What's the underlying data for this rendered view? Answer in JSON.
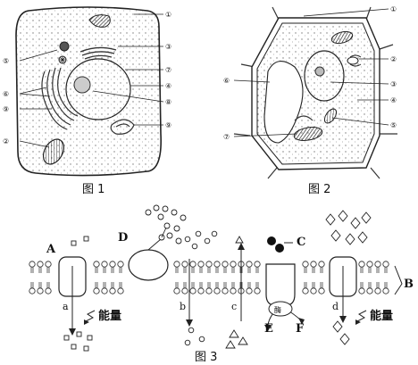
{
  "fig1": {
    "caption": "图 1",
    "labels": [
      "①",
      "③",
      "⑦",
      "④",
      "⑧",
      "⑨",
      "⑤",
      "⑥",
      "⑨",
      "②"
    ]
  },
  "fig2": {
    "caption": "图 2",
    "labels": [
      "①",
      "②",
      "③",
      "④",
      "⑤",
      "⑥",
      "⑦"
    ]
  },
  "fig3": {
    "caption": "图 3",
    "letters": {
      "A": "A",
      "B": "B",
      "C": "C",
      "D": "D",
      "E": "E",
      "F": "F",
      "a": "a",
      "b": "b",
      "c": "c",
      "d": "d"
    },
    "energy": "能量",
    "enzyme": "酶"
  }
}
